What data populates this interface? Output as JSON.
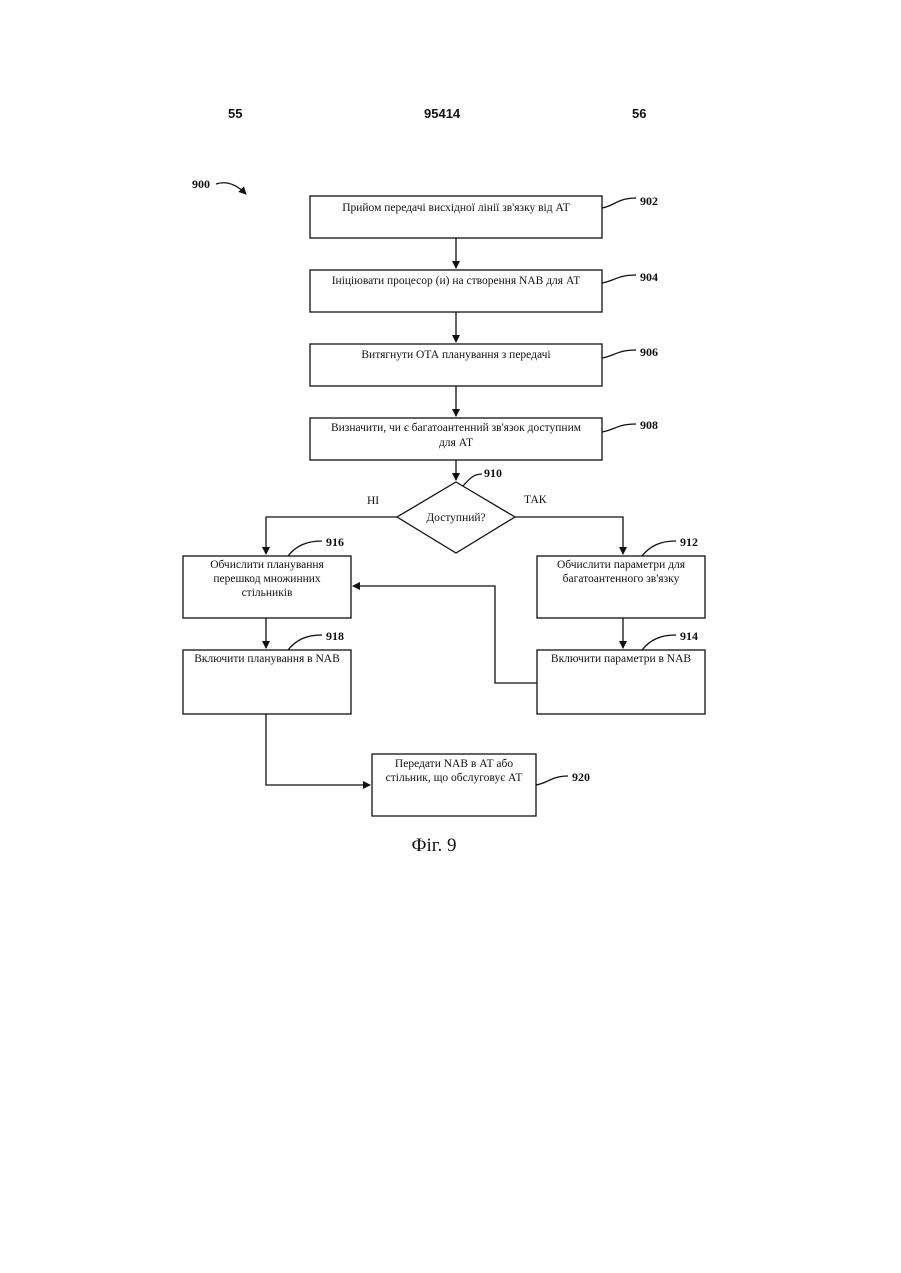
{
  "header": {
    "left_page": "55",
    "doc_number": "95414",
    "right_page": "56"
  },
  "figure_ref": "900",
  "steps": {
    "s902": {
      "ref": "902",
      "line1": "Прийом передачі висхідної лінії зв'язку від АТ"
    },
    "s904": {
      "ref": "904",
      "line1": "Ініціювати процесор (и) на створення NAB для АТ"
    },
    "s906": {
      "ref": "906",
      "line1": "Витягнути ОТА планування з передачі"
    },
    "s908": {
      "ref": "908",
      "line1": "Визначити, чи є багатоантенний зв'язок доступним",
      "line2": "для АТ"
    },
    "s910": {
      "ref": "910",
      "line1": "Доступний?"
    },
    "s912": {
      "ref": "912",
      "line1": "Обчислити параметри для",
      "line2": "багатоантенного зв'язку"
    },
    "s914": {
      "ref": "914",
      "line1": "Включити параметри в NAB"
    },
    "s916": {
      "ref": "916",
      "line1": "Обчислити планування",
      "line2": "перешкод множинних",
      "line3": "стільників"
    },
    "s918": {
      "ref": "918",
      "line1": "Включити планування в NAB"
    },
    "s920": {
      "ref": "920",
      "line1": "Передати NAB в АТ або",
      "line2": "стільник, що обслуговує АТ"
    }
  },
  "branches": {
    "no": "НІ",
    "yes": "ТАК"
  },
  "caption": "Фіг. 9"
}
